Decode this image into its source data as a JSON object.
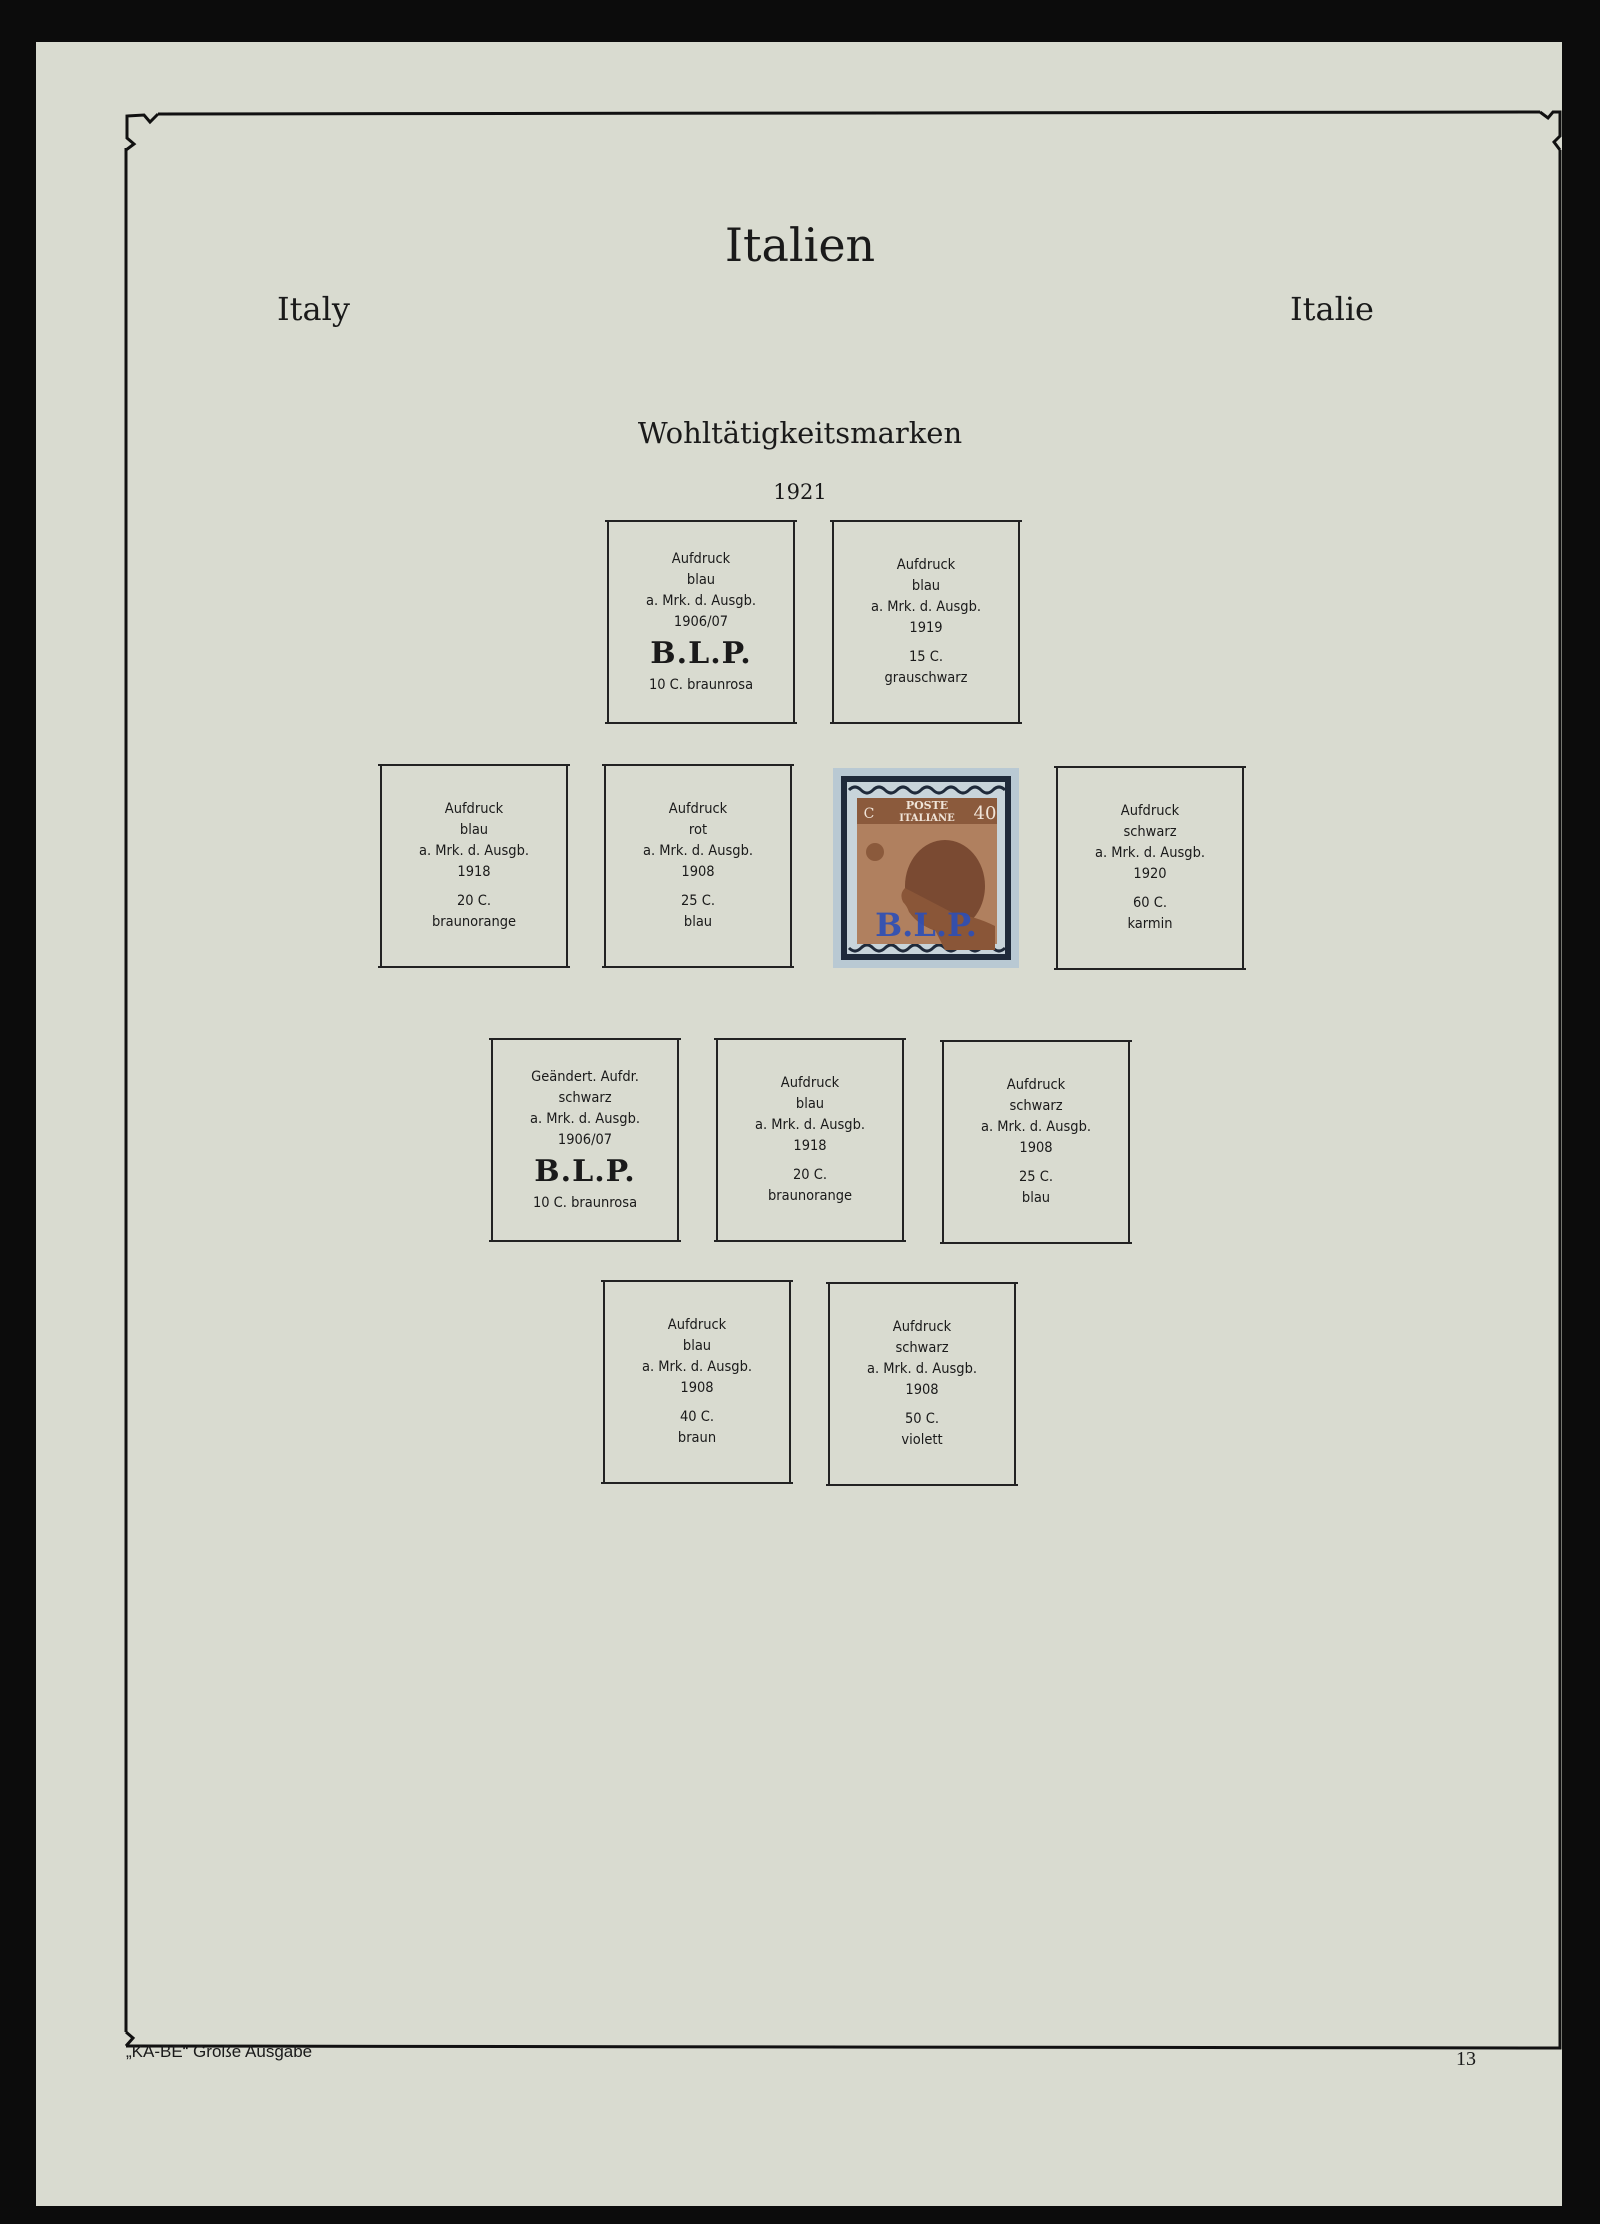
{
  "page": {
    "title": "Italien",
    "subtitle_left": "Italy",
    "subtitle_right": "Italie",
    "section": "Wohltätigkeitsmarken",
    "year": "1921",
    "footer_left": "„KA-BE“ Große Ausgabe",
    "page_number": "13"
  },
  "stamp": {
    "top_label": "POSTE ITALIANE",
    "currency": "Cent",
    "value": "40",
    "overprint": "B.L.P.",
    "overprint_color": "#2c4fb8",
    "stamp_color": "#a9775a"
  },
  "boxes": [
    {
      "lines": [
        "Aufdruck",
        "blau",
        "a. Mrk. d. Ausgb.",
        "1906/07"
      ],
      "overprint": "B.L.P.",
      "value": [
        "10 C. braunrosa"
      ]
    },
    {
      "lines": [
        "Aufdruck",
        "blau",
        "a. Mrk. d. Ausgb.",
        "1919"
      ],
      "value": [
        "15 C.",
        "grauschwarz"
      ]
    },
    {
      "lines": [
        "Aufdruck",
        "blau",
        "a. Mrk. d. Ausgb.",
        "1918"
      ],
      "value": [
        "20 C.",
        "braunorange"
      ]
    },
    {
      "lines": [
        "Aufdruck",
        "rot",
        "a. Mrk. d. Ausgb.",
        "1908"
      ],
      "value": [
        "25 C.",
        "blau"
      ]
    },
    {
      "lines": [
        "Aufdruck",
        "schwarz",
        "a. Mrk. d. Ausgb.",
        "1920"
      ],
      "value": [
        "60 C.",
        "karmin"
      ]
    },
    {
      "lines": [
        "Geändert. Aufdr.",
        "schwarz",
        "a. Mrk. d. Ausgb.",
        "1906/07"
      ],
      "overprint": "B.L.P.",
      "value": [
        "10 C.  braunrosa"
      ]
    },
    {
      "lines": [
        "Aufdruck",
        "blau",
        "a. Mrk. d. Ausgb.",
        "1918"
      ],
      "value": [
        "20 C.",
        "braunorange"
      ]
    },
    {
      "lines": [
        "Aufdruck",
        "schwarz",
        "a. Mrk. d. Ausgb.",
        "1908"
      ],
      "value": [
        "25 C.",
        "blau"
      ]
    },
    {
      "lines": [
        "Aufdruck",
        "blau",
        "a. Mrk. d. Ausgb.",
        "1908"
      ],
      "value": [
        "40 C.",
        "braun"
      ]
    },
    {
      "lines": [
        "Aufdruck",
        "schwarz",
        "a. Mrk. d. Ausgb.",
        "1908"
      ],
      "value": [
        "50 C.",
        "violett"
      ]
    }
  ]
}
